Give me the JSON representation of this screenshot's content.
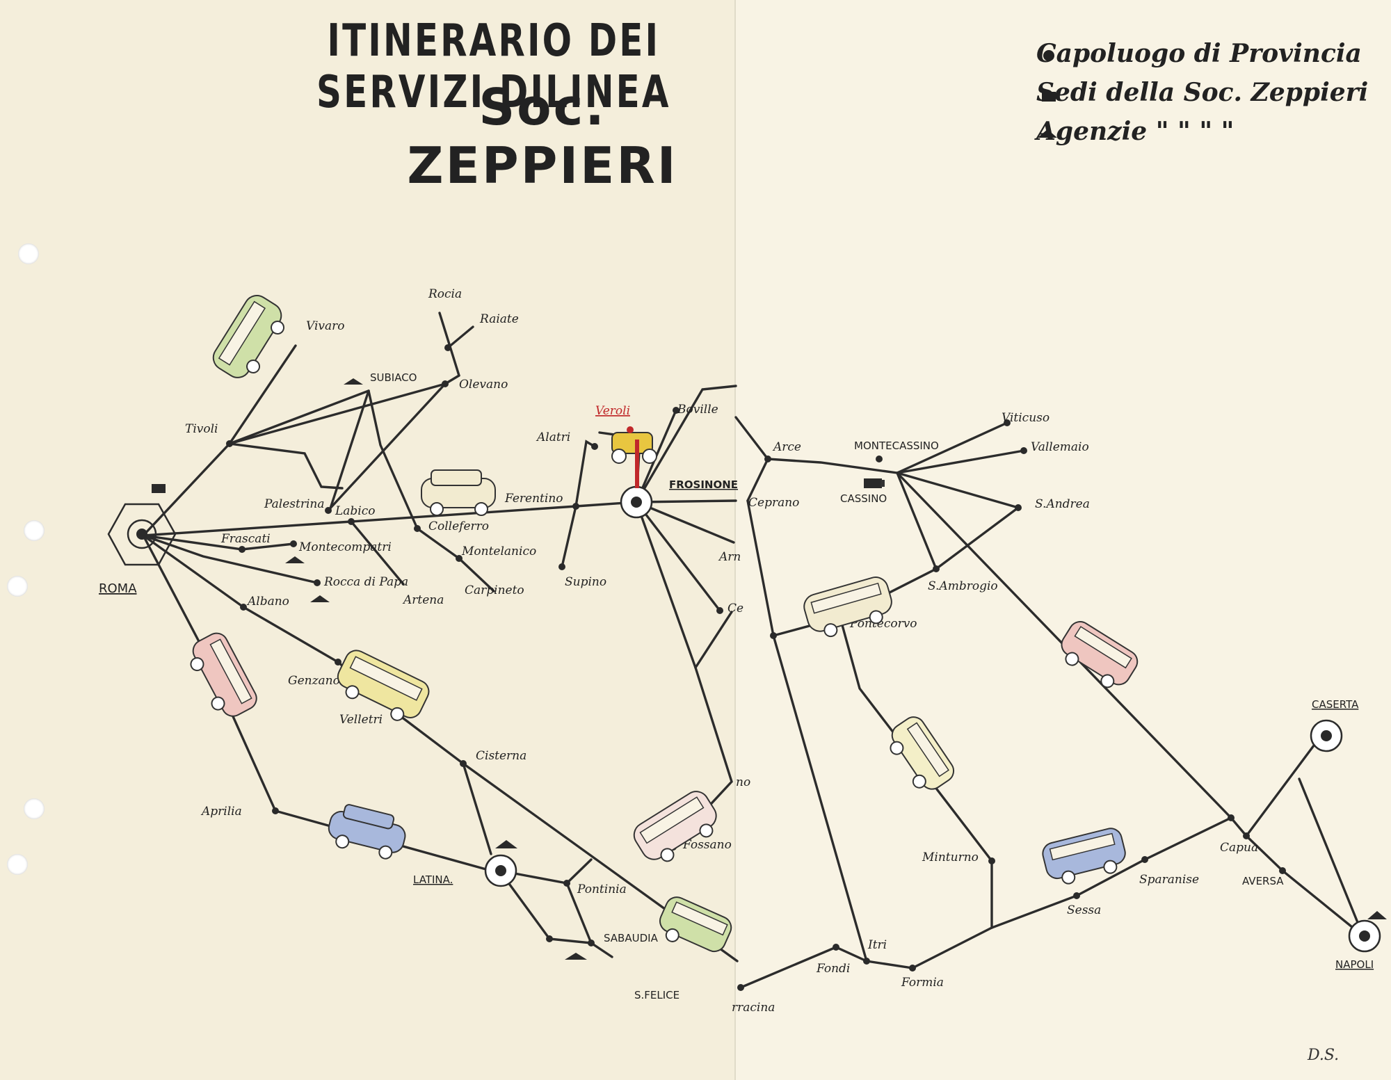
{
  "title": {
    "line1": "ITINERARIO DEI SERVIZI DILINEA",
    "line2": "Soc. ZEPPIERI"
  },
  "legend": [
    {
      "symbol": "circle",
      "label": "Capoluogo di Provincia"
    },
    {
      "symbol": "square",
      "label": "Sedi della Soc. Zeppieri"
    },
    {
      "symbol": "triangle",
      "label": "Agenzie  \"   \"   \"   \""
    }
  ],
  "colors": {
    "paper": "#f4eedb",
    "ink": "#2c2c2c",
    "frosinone_red": "#c0282a",
    "bus_yellow": "#efe6a0",
    "bus_pink": "#efc6c0",
    "bus_blue": "#a8b8dc",
    "bus_green": "#cfe0a8",
    "bus_cream": "#f2ebd0"
  },
  "places": {
    "roma": "ROMA",
    "tivoli": "Tivoli",
    "vivaro": "Vivaro",
    "subiaco": "SUBIACO",
    "rocia": "Rocia",
    "raiate": "Raiate",
    "olevano": "Olevano",
    "palestrina": "Palestrina",
    "labico": "Labico",
    "colleferro": "Colleferro",
    "montelanico": "Montelanico",
    "carpineto": "Carpineto",
    "artena": "Artena",
    "frascati": "Frascati",
    "montecompatri": "Montecompatri",
    "rocca_di_papa": "Rocca di Papa",
    "albano": "Albano",
    "genzano": "Genzano",
    "velletri": "Velletri",
    "cisterna": "Cisterna",
    "aprilia": "Aprilia",
    "latina": "LATINA.",
    "pontinia": "Pontinia",
    "sabaudia": "SABAUDIA",
    "s_felice": "S.FELICE",
    "ferentino": "Ferentino",
    "alatri": "Alatri",
    "veroli": "Veroli",
    "boville": "Boville",
    "frosinone": "FROSINONE",
    "supino": "Supino",
    "fossano": "Fossano",
    "arna": "Arn",
    "ce": "Ce",
    "no": "no",
    "arce": "Arce",
    "ceprano": "Ceprano",
    "montecassino": "MONTECASSINO",
    "cassino": "CASSINO",
    "viticuso": "Viticuso",
    "vallemaio": "Vallemaio",
    "s_andrea": "S.Andrea",
    "s_ambrogio": "S.Ambrogio",
    "pontecorvo": "Pontecorvo",
    "minturno": "Minturno",
    "itri": "Itri",
    "fondi": "Fondi",
    "formia": "Formia",
    "terracina": "rracina",
    "sessa": "Sessa",
    "sparanise": "Sparanise",
    "capua": "Capua",
    "aversa": "AVERSA",
    "caserta": "CASERTA",
    "napoli": "NAPOLI"
  },
  "signature": "D.S."
}
